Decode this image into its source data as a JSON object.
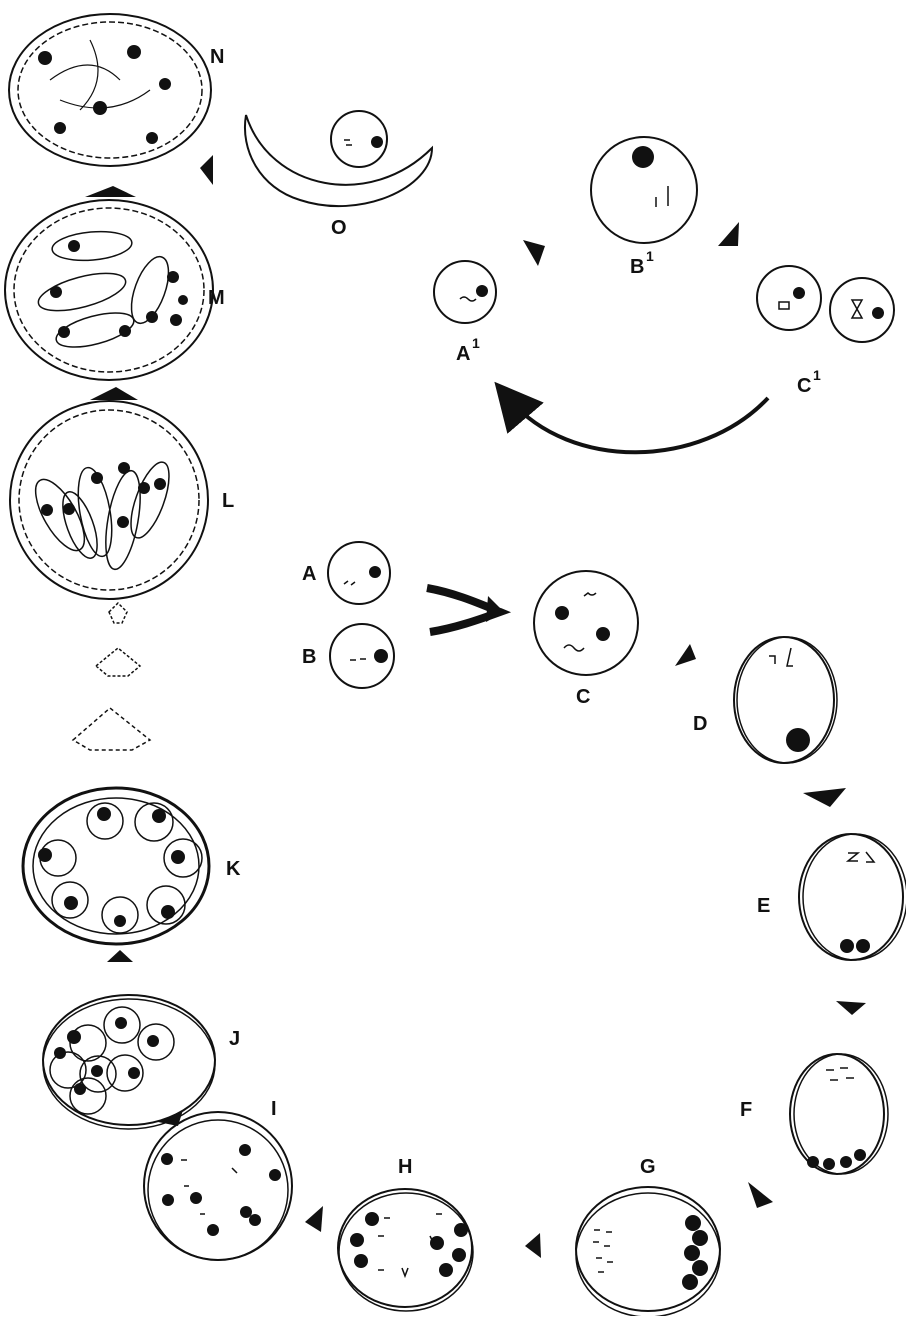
{
  "labels": {
    "A": "A",
    "B": "B",
    "C": "C",
    "D": "D",
    "E": "E",
    "F": "F",
    "G": "G",
    "H": "H",
    "I": "I",
    "J": "J",
    "K": "K",
    "L": "L",
    "M": "M",
    "N": "N",
    "O": "O",
    "A1": "A",
    "A1_sup": "1",
    "B1": "B",
    "B1_sup": "1",
    "C1": "C",
    "C1_sup": "1"
  },
  "colors": {
    "ink": "#111111",
    "background": "#ffffff"
  }
}
